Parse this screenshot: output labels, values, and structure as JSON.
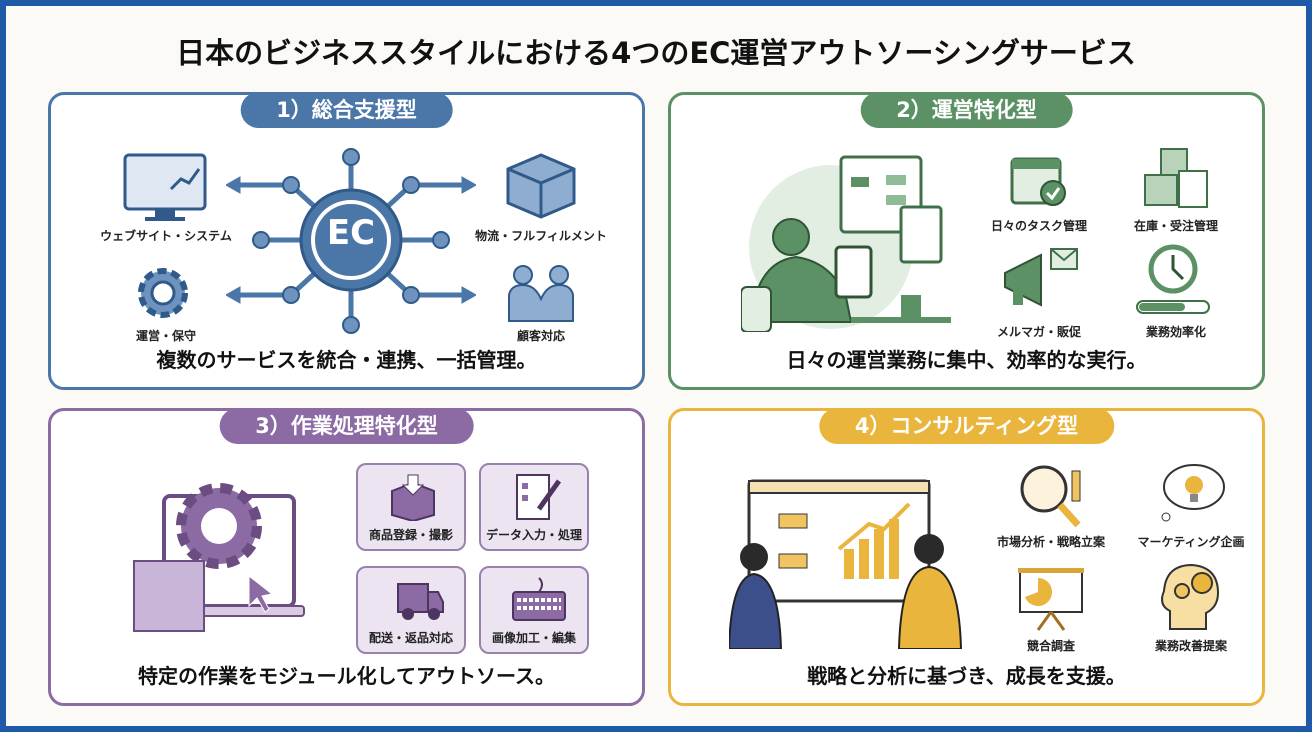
{
  "title": "日本のビジネススタイルにおける4つのEC運営アウトソーシングサービス",
  "colors": {
    "frame": "#1f5aa6",
    "blue": "#4a76a8",
    "green": "#5b9164",
    "purple": "#8c6aa3",
    "gold": "#e9b53c"
  },
  "panels": [
    {
      "header": "1）総合支援型",
      "center": "EC",
      "items": [
        "ウェブサイト・システム",
        "物流・フルフィルメント",
        "運営・保守",
        "顧客対応"
      ],
      "caption": "複数のサービスを統合・連携、一括管理。"
    },
    {
      "header": "2）運営特化型",
      "items": [
        "日々のタスク管理",
        "在庫・受注管理",
        "メルマガ・販促",
        "業務効率化"
      ],
      "caption": "日々の運営業務に集中、効率的な実行。"
    },
    {
      "header": "3）作業処理特化型",
      "items": [
        "商品登録・撮影",
        "データ入力・処理",
        "配送・返品対応",
        "画像加工・編集"
      ],
      "caption": "特定の作業をモジュール化してアウトソース。"
    },
    {
      "header": "4）コンサルティング型",
      "items": [
        "市場分析・戦略立案",
        "マーケティング企画",
        "競合調査",
        "業務改善提案"
      ],
      "caption": "戦略と分析に基づき、成長を支援。"
    }
  ]
}
